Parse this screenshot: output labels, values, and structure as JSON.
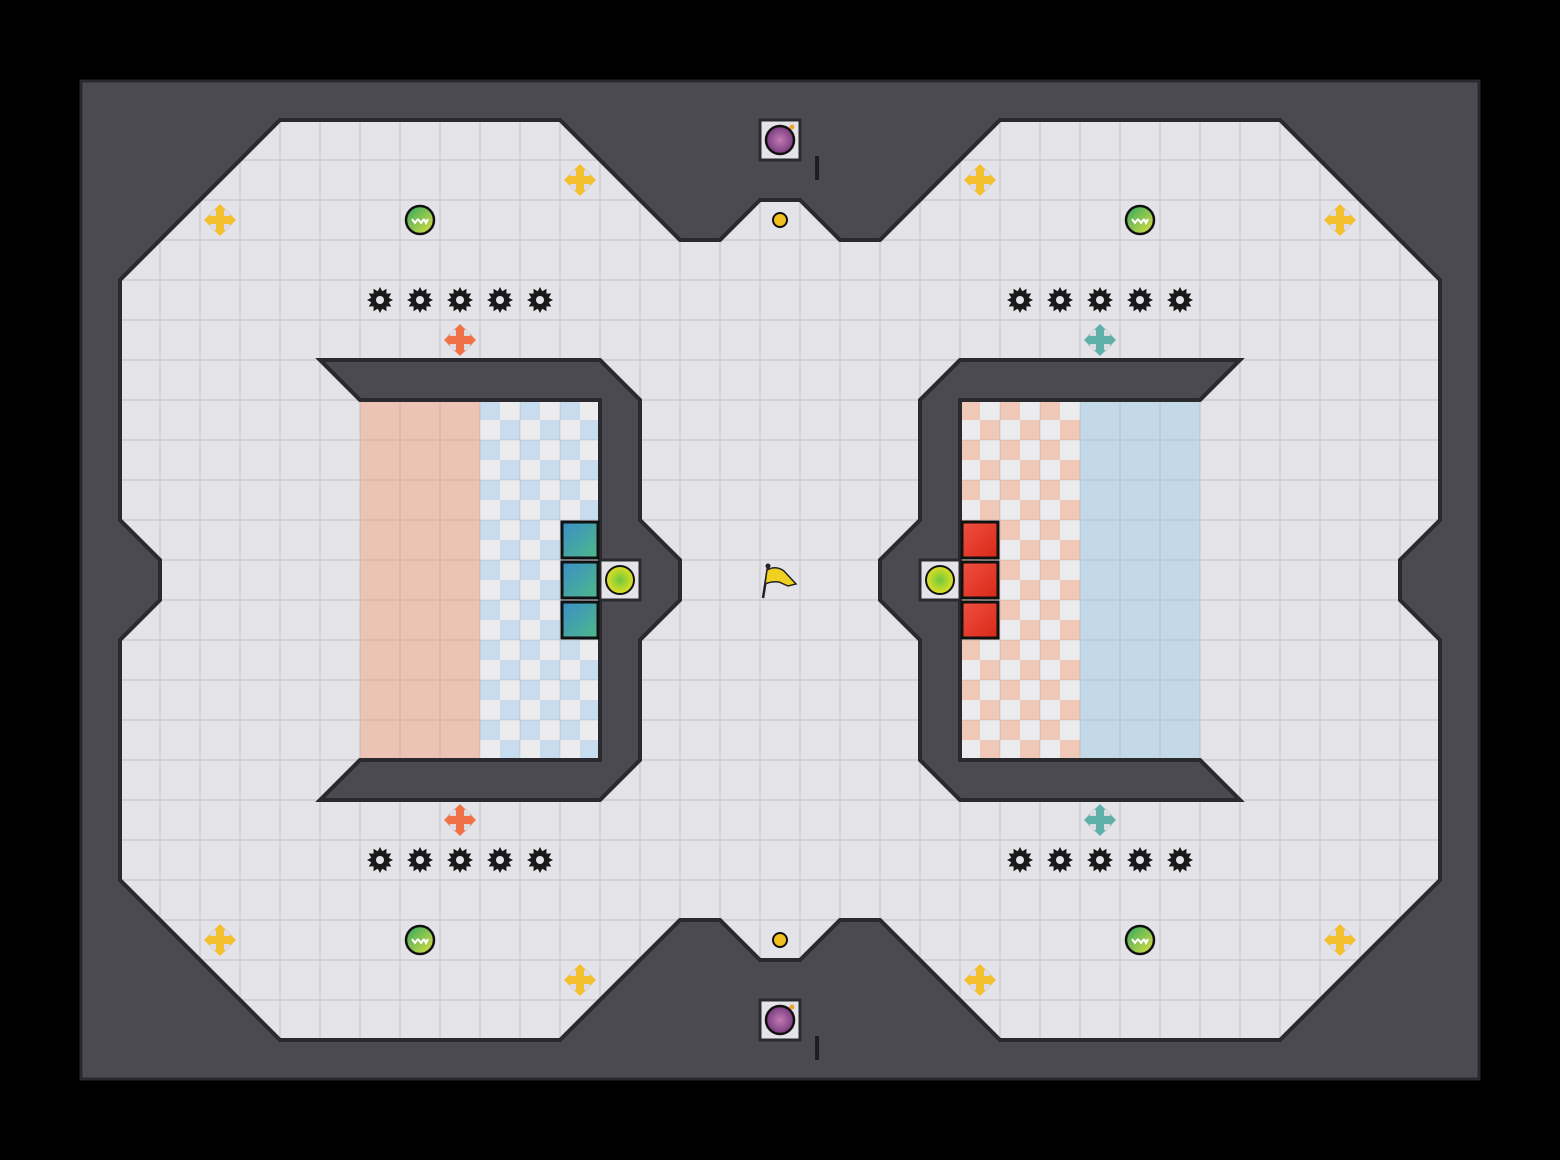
{
  "map": {
    "colors": {
      "background": "#000000",
      "wall": "#4a4a50",
      "wall_edge": "#2a2a2e",
      "floor": "#e4e4e8",
      "floor_grid": "#d2d2d8",
      "red_base": "#ecc6b8",
      "red_checker": "#f0cbbd",
      "blue_base": "#c4d9e8",
      "blue_checker": "#c8dcee",
      "red_gate": "#e83a2c",
      "blue_gate": "#3a8fb5",
      "boost_yellow": "#f5c030",
      "boost_red": "#f07048",
      "boost_teal": "#5fb0a8",
      "spike": "#1a1a1a",
      "button": "#d8e020",
      "powerup": "#5cbf50",
      "bomb": "#9a4a90",
      "portal": "#f0c020",
      "flag": "#f0d020"
    },
    "entities": {
      "flag": "yellow-flag",
      "bombs": 2,
      "buttons": 2,
      "powerups": 4,
      "spikes": 20,
      "yellow_boosts": 8,
      "red_boosts": 2,
      "teal_boosts": 2,
      "red_gates": 3,
      "blue_gates": 3
    }
  }
}
